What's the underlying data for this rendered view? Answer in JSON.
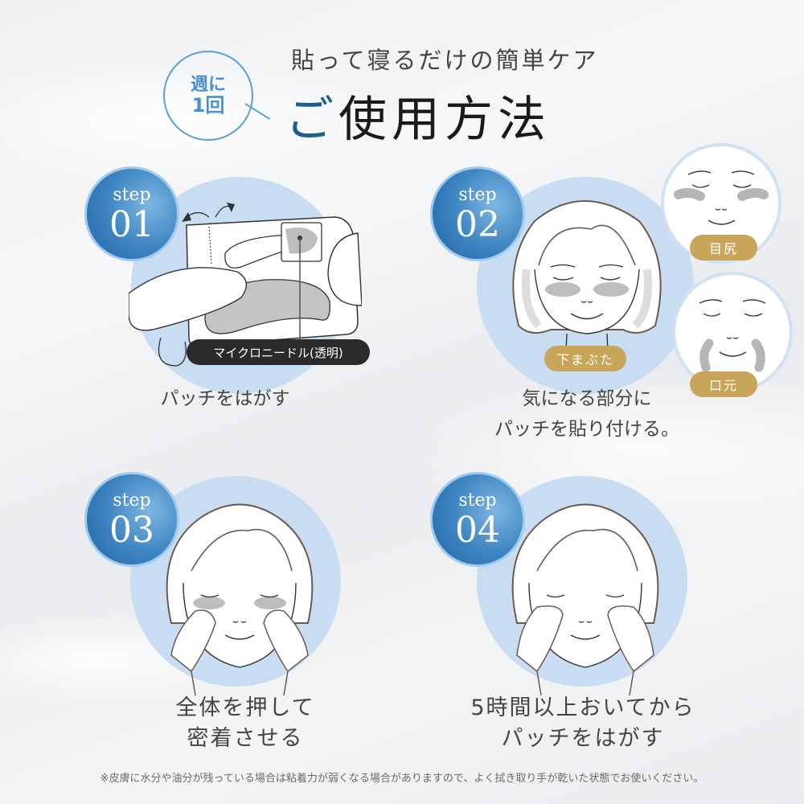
{
  "header": {
    "badge_line1": "週に",
    "badge_line2": "1回",
    "subtitle": "貼って寝るだけの簡単ケア",
    "title_first": "ご",
    "title_rest": "使用方法"
  },
  "colors": {
    "accent_blue": "#3f86c2",
    "badge_outline": "#5a9fd8",
    "illus_bg": "#c9ddf2",
    "gold": "#c8a558",
    "dark_tag": "#2b2b2b",
    "title_dark": "#1a1a1a",
    "title_accent": "#1e5f8a"
  },
  "steps": [
    {
      "word": "step",
      "number": "01",
      "icon": "patch-peel-illustration",
      "callout": "マイクロニードル(透明)",
      "label_line1": "パッチをはがす",
      "label_line2": ""
    },
    {
      "word": "step",
      "number": "02",
      "icon": "face-with-patches-illustration",
      "main_tag": "下まぶた",
      "variants": [
        {
          "icon": "face-eye-corner-patches",
          "tag": "目尻"
        },
        {
          "icon": "face-mouth-patches",
          "tag": "口元"
        }
      ],
      "label_line1": "気になる部分に",
      "label_line2": "パッチを貼り付ける。"
    },
    {
      "word": "step",
      "number": "03",
      "icon": "face-press-hands-illustration",
      "label_line1": "全体を押して",
      "label_line2": "密着させる"
    },
    {
      "word": "step",
      "number": "04",
      "icon": "face-remove-patch-illustration",
      "label_line1": "5時間以上おいてから",
      "label_line2": "パッチをはがす"
    }
  ],
  "footnote": "※皮膚に水分や油分が残っている場合は粘着力が弱くなる場合がありますので、よく拭き取り手が乾いた状態でお使いください。"
}
